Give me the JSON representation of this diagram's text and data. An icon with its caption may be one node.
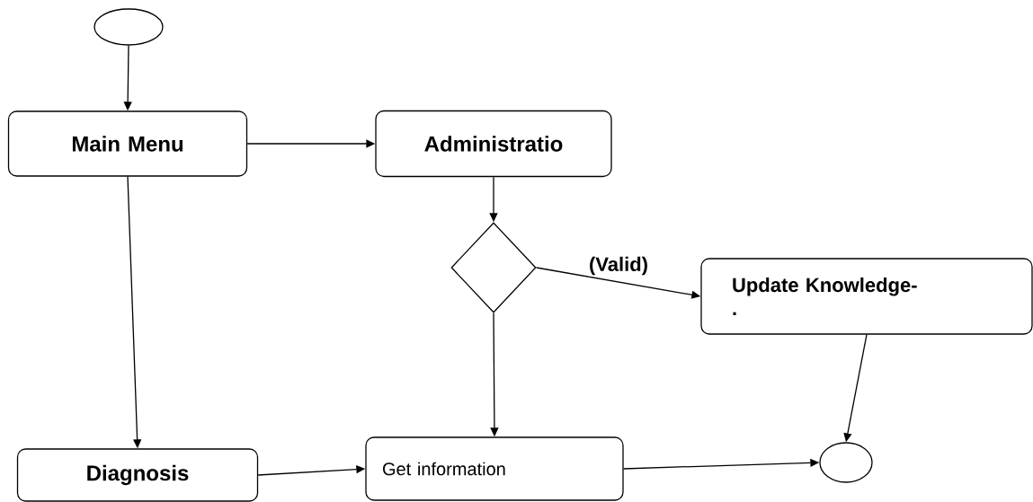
{
  "diagram": {
    "nodes": [
      {
        "text": [],
        "shape": "circle"
      },
      {
        "text": [
          "Main Menu"
        ]
      },
      {
        "text": [
          "Administratio"
        ]
      },
      {
        "text": [],
        "shape": "diamond"
      },
      {
        "text": [
          "Update Knowledge- ."
        ]
      },
      {
        "text": [
          "Diagnosis"
        ]
      },
      {
        "text": [
          "Get information"
        ]
      },
      {
        "text": [],
        "shape": "circle"
      }
    ],
    "edges": [
      {
        "from": 0,
        "to": 1,
        "arrow": "to"
      },
      {
        "from": 1,
        "to": 2,
        "arrow": "to"
      },
      {
        "from": 2,
        "to": 3,
        "arrow": "to"
      },
      {
        "from": 3,
        "to": 4,
        "arrow": "to",
        "label": "(Valid)"
      },
      {
        "from": 1,
        "to": 5,
        "arrow": "to"
      },
      {
        "from": 3,
        "to": 6,
        "arrow": "to"
      },
      {
        "from": 4,
        "to": 7,
        "arrow": "to"
      },
      {
        "from": 5,
        "to": 6,
        "arrow": "to"
      },
      {
        "from": 6,
        "to": 7,
        "arrow": "to"
      }
    ]
  }
}
